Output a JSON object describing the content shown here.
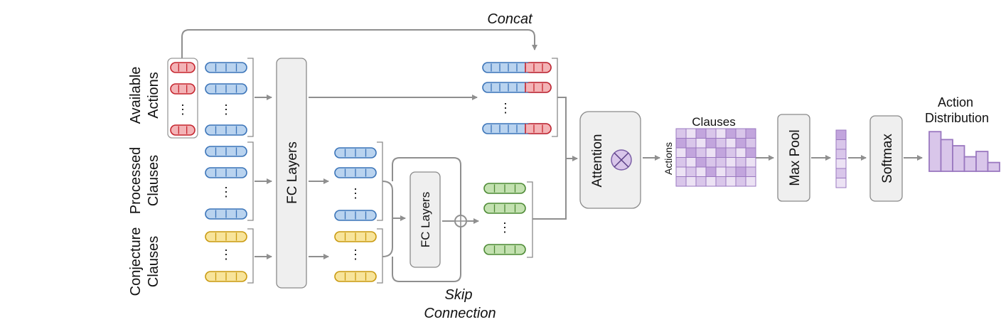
{
  "labels": {
    "concat": "Concat",
    "skip_line1": "Skip",
    "skip_line2": "Connection",
    "available_line1": "Available",
    "available_line2": "Actions",
    "processed_line1": "Processed",
    "processed_line2": "Clauses",
    "conjecture_line1": "Conjecture",
    "conjecture_line2": "Clauses",
    "fc_layers_1": "FC Layers",
    "fc_layers_2": "FC Layers",
    "attention": "Attention",
    "clauses": "Clauses",
    "actions": "Actions",
    "max_pool": "Max Pool",
    "softmax": "Softmax",
    "action_dist_line1": "Action",
    "action_dist_line2": "Distribution",
    "ellipsis": "⋮"
  },
  "colors": {
    "red_fill": "#f3b3b6",
    "red_stroke": "#c6262f",
    "blue_fill": "#b9d3ef",
    "blue_stroke": "#3b74b8",
    "yellow_fill": "#f8e49a",
    "yellow_stroke": "#c99a10",
    "green_fill": "#c3e1b0",
    "green_stroke": "#4d8a35",
    "purple_stroke": "#9a78c0",
    "purple_light": "#ece2f4",
    "purple_mid": "#d9c6ea",
    "purple_dark": "#c2a5dd",
    "box_fill": "#efefef",
    "box_stroke": "#8a8a8a",
    "arrow": "#8f8f8f"
  },
  "attention_grid": [
    [
      1,
      0,
      2,
      1,
      0,
      2,
      1,
      2
    ],
    [
      2,
      1,
      0,
      2,
      1,
      0,
      2,
      1
    ],
    [
      0,
      2,
      1,
      0,
      2,
      1,
      0,
      2
    ],
    [
      1,
      0,
      2,
      1,
      1,
      0,
      1,
      0
    ],
    [
      0,
      1,
      0,
      2,
      0,
      1,
      2,
      1
    ],
    [
      1,
      0,
      1,
      0,
      1,
      0,
      1,
      0
    ]
  ],
  "maxpool_vector": [
    2,
    1,
    1,
    0,
    1,
    0
  ],
  "action_distribution": [
    0.9,
    0.72,
    0.58,
    0.33,
    0.45,
    0.2
  ]
}
